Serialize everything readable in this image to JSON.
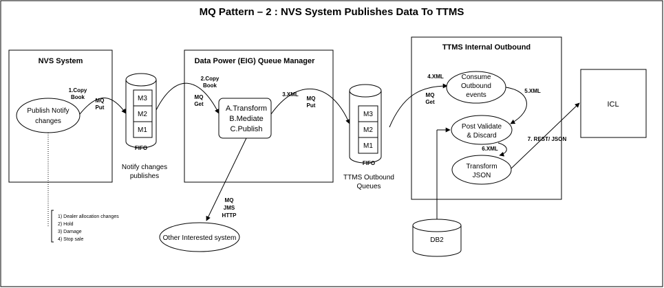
{
  "title": "MQ Pattern – 2  : NVS System Publishes Data To TTMS",
  "nvs": {
    "header": "NVS System",
    "publish_line1": "Publish Notify",
    "publish_line2": "changes",
    "step1_line1": "1.Copy",
    "step1_line2": "Book",
    "mq_line1": "MQ",
    "mq_line2": "Put"
  },
  "fifo1": {
    "items": [
      "M3",
      "M2",
      "M1"
    ],
    "label": "FIFO",
    "caption_line1": "Notify changes",
    "caption_line2": "publishes"
  },
  "datapower": {
    "header": "Data Power (EIG) Queue Manager",
    "step2_line1": "2.Copy",
    "step2_line2": "Book",
    "mq_get_line1": "MQ",
    "mq_get_line2": "Get",
    "process_lines": [
      "A.Transform",
      "B.Mediate",
      "C.Publish"
    ],
    "step3": "3.XML",
    "mq_put_line1": "MQ",
    "mq_put_line2": "Put",
    "protocols": [
      "MQ",
      "JMS",
      "HTTP"
    ]
  },
  "fifo2": {
    "items": [
      "M3",
      "M2",
      "M1"
    ],
    "label": "FIFO",
    "caption_line1": "TTMS Outbound",
    "caption_line2": "Queues"
  },
  "ttms": {
    "header": "TTMS Internal Outbound",
    "step4": "4.XML",
    "mq_get_line1": "MQ",
    "mq_get_line2": "Get",
    "consume_lines": [
      "Consume",
      "Outbound",
      "events"
    ],
    "step5": "5.XML",
    "validate_lines": [
      "Post Validate",
      "& Discard"
    ],
    "step6": "6.XML",
    "transform_lines": [
      "Transform",
      "JSON"
    ],
    "step7": "7. REST/ JSON"
  },
  "icl": {
    "label": "ICL"
  },
  "db2": {
    "label": "DB2"
  },
  "other_system": {
    "label": "Other Interested system"
  },
  "notes": {
    "items": [
      "1) Dealer allocation changes",
      "2) Hold",
      "3) Damage",
      "4) Stop sale"
    ]
  }
}
